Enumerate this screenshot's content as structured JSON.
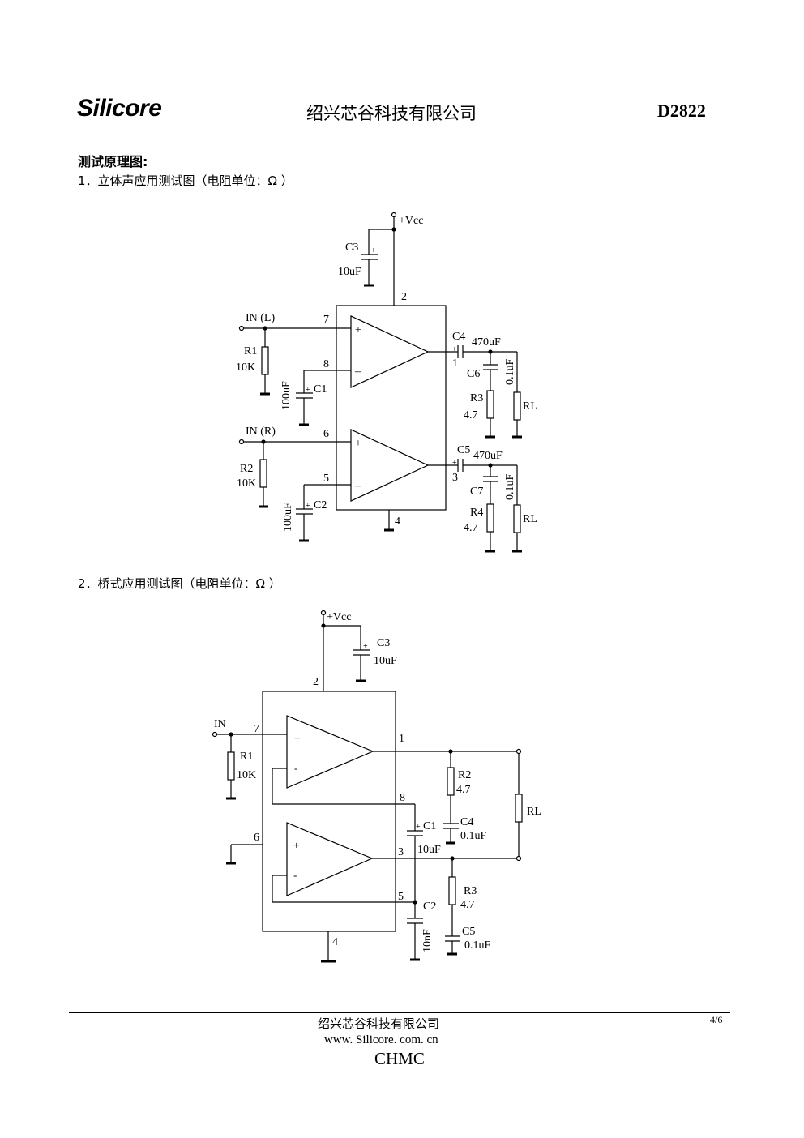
{
  "header": {
    "brand": "Silicore",
    "company": "绍兴芯谷科技有限公司",
    "part_number": "D2822"
  },
  "section_title": "测试原理图:",
  "figure1": {
    "caption": "1．立体声应用测试图（电阻单位：Ω ）",
    "labels": {
      "vcc": "+Vcc",
      "c3": "C3",
      "c3_val": "10uF",
      "pin2": "2",
      "in_l": "IN (L)",
      "pin7": "7",
      "r1": "R1",
      "r1_val": "10K",
      "pin8": "8",
      "c1": "C1",
      "c1_val": "100uF",
      "c4": "C4",
      "c4_val": "470uF",
      "pin1": "1",
      "c6": "C6",
      "c6_val": "0.1uF",
      "r3": "R3",
      "r3_val": "4.7",
      "rl_top": "RL",
      "in_r": "IN (R)",
      "pin6": "6",
      "r2": "R2",
      "r2_val": "10K",
      "pin5": "5",
      "c2": "C2",
      "c2_val": "100uF",
      "c5": "C5",
      "c5_val": "470uF",
      "pin3": "3",
      "c7": "C7",
      "c7_val": "0.1uF",
      "r4": "R4",
      "r4_val": "4.7",
      "rl_bottom": "RL",
      "pin4": "4",
      "plus": "+",
      "minus": "–"
    }
  },
  "figure2": {
    "caption": "2．桥式应用测试图（电阻单位：Ω ）",
    "labels": {
      "vcc": "+Vcc",
      "c3": "C3",
      "c3_val": "10uF",
      "pin2": "2",
      "in": "IN",
      "pin7": "7",
      "r1": "R1",
      "r1_val": "10K",
      "pin1": "1",
      "r2": "R2",
      "r2_val": "4.7",
      "rl": "RL",
      "pin8": "8",
      "c1": "C1",
      "c1_val": "10uF",
      "c4": "C4",
      "c4_val": "0.1uF",
      "pin6": "6",
      "pin3": "3",
      "r3": "R3",
      "r3_val": "4.7",
      "pin5": "5",
      "c2": "C2",
      "c2_val": "10nF",
      "c5": "C5",
      "c5_val": "0.1uF",
      "pin4": "4",
      "plus": "+",
      "minus": "-"
    }
  },
  "footer": {
    "company": "绍兴芯谷科技有限公司",
    "url": "www. Silicore. com. cn",
    "org": "CHMC",
    "page": "4/6"
  }
}
